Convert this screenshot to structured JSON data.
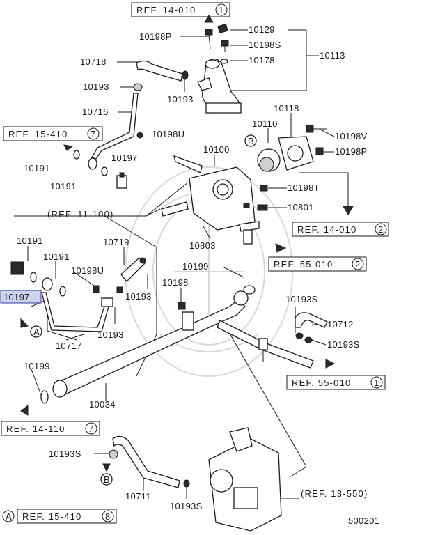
{
  "diagram": {
    "refs": {
      "r1": {
        "text": "REF. 14-010",
        "num": "1"
      },
      "r2": {
        "text": "REF. 15-410",
        "num": "7"
      },
      "r3": {
        "text": "(REF. 11-100)"
      },
      "r4": {
        "text": "REF. 14-010",
        "num": "2"
      },
      "r5": {
        "text": "REF. 55-010",
        "num": "2"
      },
      "r6": {
        "text": "REF. 55-010",
        "num": "1"
      },
      "r7": {
        "text": "REF. 14-110",
        "num": "7"
      },
      "r8": {
        "text": "(REF. 13-550)"
      },
      "r9": {
        "text": "REF. 15-410",
        "num": "8"
      }
    },
    "labels": {
      "p10129": "10129",
      "p10198P_top": "10198P",
      "p10198S": "10198S",
      "p10113": "10113",
      "p10178": "10178",
      "p10718": "10718",
      "p10193_a": "10193",
      "p10193_b": "10193",
      "p10716": "10716",
      "p10118": "10118",
      "p10110": "10110",
      "p10198U_top": "10198U",
      "p10198V": "10198V",
      "p10198P_right": "10198P",
      "p10191_a": "10191",
      "p10197_top": "10197",
      "p10100": "10100",
      "p10191_b": "10191",
      "p10198T": "10198T",
      "p10801": "10801",
      "p10803": "10803",
      "p10191_c": "10191",
      "p10719": "10719",
      "p10191_d": "10191",
      "p10198U_mid": "10198U",
      "p10199_a": "10199",
      "p10197_hl": "10197",
      "p10198": "10198",
      "p10193_c": "10193",
      "p10193S_a": "10193S",
      "p10712": "10712",
      "p10193_d": "10193",
      "p10193S_b": "10193S",
      "p10717": "10717",
      "p10199_b": "10199",
      "p10034": "10034",
      "p10193S_c": "10193S",
      "p10711": "10711",
      "p10193S_d": "10193S",
      "fig": "500201"
    },
    "markers": {
      "A": "A",
      "B": "B"
    },
    "colors": {
      "highlight_fill": "#cdd3ee",
      "highlight_border": "#2c3e9c",
      "ink": "#1a1a1a"
    }
  }
}
